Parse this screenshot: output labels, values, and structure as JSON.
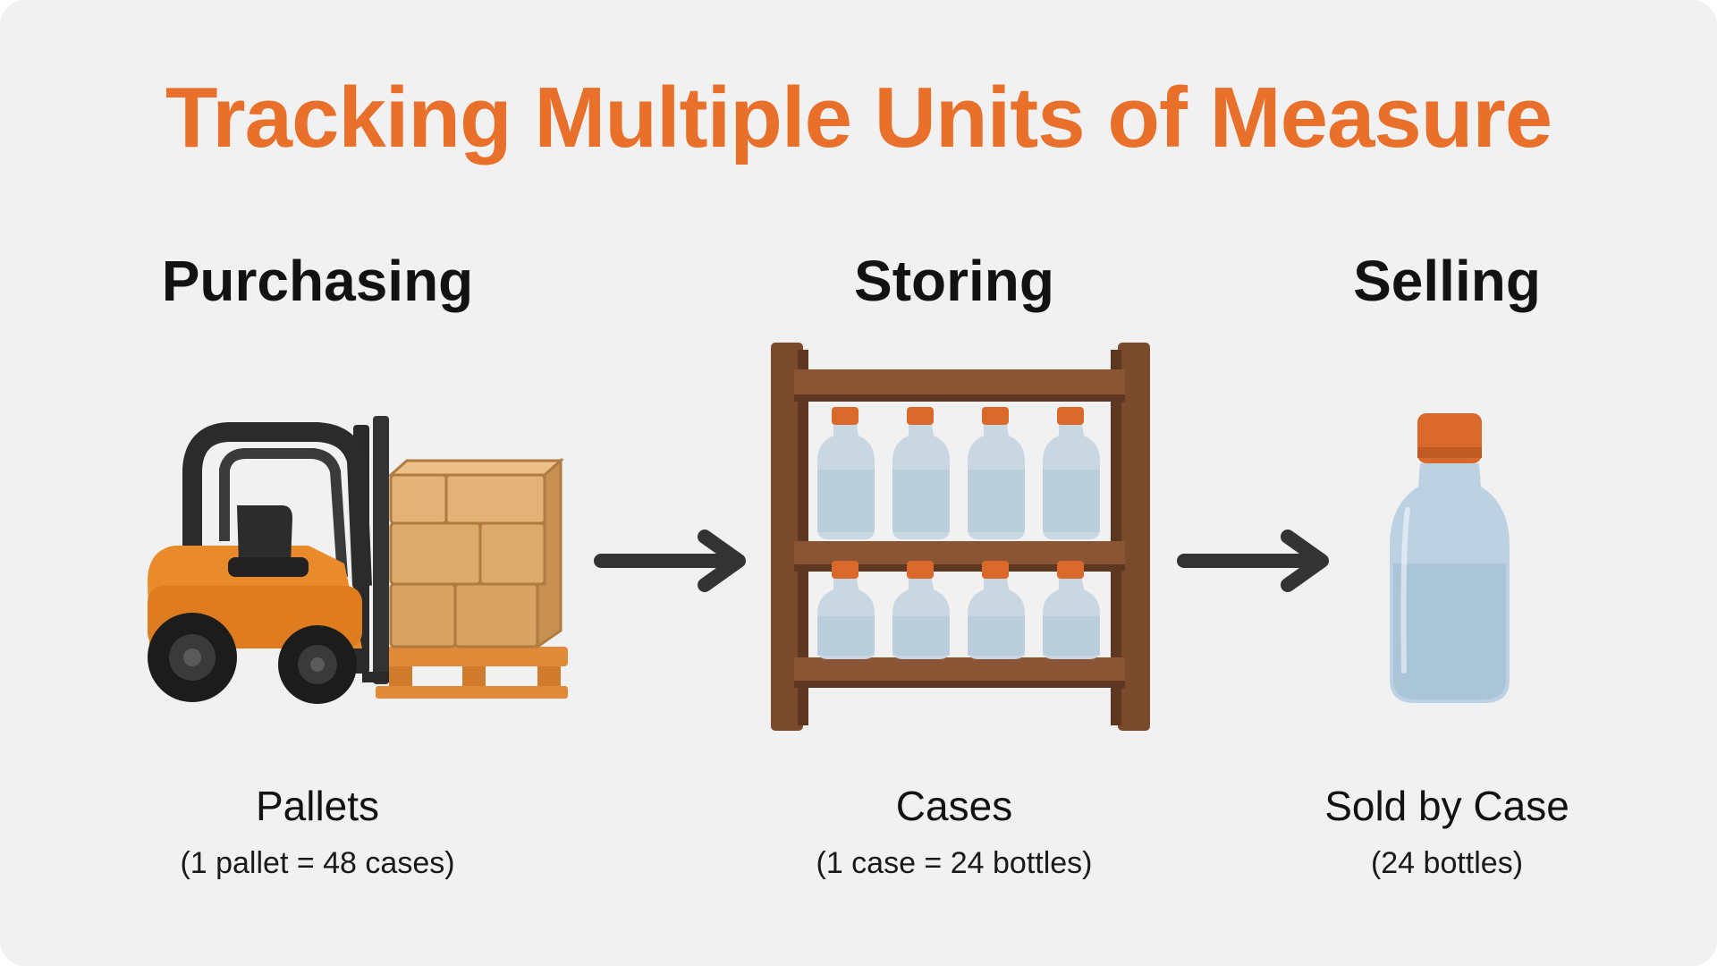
{
  "title": "Tracking Multiple Units of Measure",
  "colors": {
    "title": "#e8702a",
    "background": "#f1f1f1",
    "text": "#121212",
    "arrow": "#333333",
    "wood": "#7a4a2c",
    "bottle_cap": "#d9692a"
  },
  "stages": [
    {
      "heading": "Purchasing",
      "label": "Pallets",
      "sub": "(1 pallet = 48 cases)",
      "icon": "forklift-icon"
    },
    {
      "heading": "Storing",
      "label": "Cases",
      "sub": "(1 case = 24 bottles)",
      "icon": "shelf-with-bottles-icon"
    },
    {
      "heading": "Selling",
      "label": "Sold by Case",
      "sub": "(24 bottles)",
      "icon": "bottle-icon"
    }
  ]
}
